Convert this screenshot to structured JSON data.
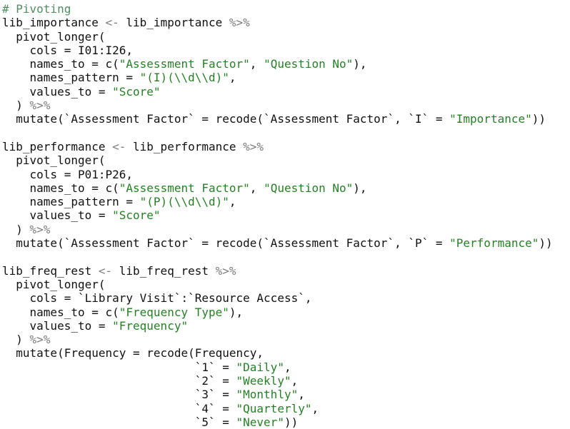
{
  "editor": {
    "colors": {
      "comment": "#4f8f63",
      "operator": "#7b7b7b",
      "string": "#267f26",
      "text": "#111111",
      "background": "#ffffff"
    },
    "lines": [
      [
        {
          "t": "comment",
          "v": "# Pivoting"
        }
      ],
      [
        {
          "t": "text",
          "v": "lib_importance "
        },
        {
          "t": "op",
          "v": "<-"
        },
        {
          "t": "text",
          "v": " lib_importance "
        },
        {
          "t": "op",
          "v": "%>%"
        }
      ],
      [
        {
          "t": "text",
          "v": "  pivot_longer("
        }
      ],
      [
        {
          "t": "text",
          "v": "    cols = I01:I26,"
        }
      ],
      [
        {
          "t": "text",
          "v": "    names_to = c("
        },
        {
          "t": "str",
          "v": "\"Assessment Factor\""
        },
        {
          "t": "text",
          "v": ", "
        },
        {
          "t": "str",
          "v": "\"Question No\""
        },
        {
          "t": "text",
          "v": "),"
        }
      ],
      [
        {
          "t": "text",
          "v": "    names_pattern = "
        },
        {
          "t": "str",
          "v": "\"(I)(\\\\d\\\\d)\""
        },
        {
          "t": "text",
          "v": ","
        }
      ],
      [
        {
          "t": "text",
          "v": "    values_to = "
        },
        {
          "t": "str",
          "v": "\"Score\""
        }
      ],
      [
        {
          "t": "text",
          "v": "  ) "
        },
        {
          "t": "op",
          "v": "%>%"
        }
      ],
      [
        {
          "t": "text",
          "v": "  mutate(`Assessment Factor` = recode(`Assessment Factor`, `I` = "
        },
        {
          "t": "str",
          "v": "\"Importance\""
        },
        {
          "t": "text",
          "v": "))"
        }
      ],
      [
        {
          "t": "text",
          "v": ""
        }
      ],
      [
        {
          "t": "text",
          "v": "lib_performance "
        },
        {
          "t": "op",
          "v": "<-"
        },
        {
          "t": "text",
          "v": " lib_performance "
        },
        {
          "t": "op",
          "v": "%>%"
        }
      ],
      [
        {
          "t": "text",
          "v": "  pivot_longer("
        }
      ],
      [
        {
          "t": "text",
          "v": "    cols = P01:P26,"
        }
      ],
      [
        {
          "t": "text",
          "v": "    names_to = c("
        },
        {
          "t": "str",
          "v": "\"Assessment Factor\""
        },
        {
          "t": "text",
          "v": ", "
        },
        {
          "t": "str",
          "v": "\"Question No\""
        },
        {
          "t": "text",
          "v": "),"
        }
      ],
      [
        {
          "t": "text",
          "v": "    names_pattern = "
        },
        {
          "t": "str",
          "v": "\"(P)(\\\\d\\\\d)\""
        },
        {
          "t": "text",
          "v": ","
        }
      ],
      [
        {
          "t": "text",
          "v": "    values_to = "
        },
        {
          "t": "str",
          "v": "\"Score\""
        }
      ],
      [
        {
          "t": "text",
          "v": "  ) "
        },
        {
          "t": "op",
          "v": "%>%"
        }
      ],
      [
        {
          "t": "text",
          "v": "  mutate(`Assessment Factor` = recode(`Assessment Factor`, `P` = "
        },
        {
          "t": "str",
          "v": "\"Performance\""
        },
        {
          "t": "text",
          "v": "))"
        }
      ],
      [
        {
          "t": "text",
          "v": ""
        }
      ],
      [
        {
          "t": "text",
          "v": "lib_freq_rest "
        },
        {
          "t": "op",
          "v": "<-"
        },
        {
          "t": "text",
          "v": " lib_freq_rest "
        },
        {
          "t": "op",
          "v": "%>%"
        }
      ],
      [
        {
          "t": "text",
          "v": "  pivot_longer("
        }
      ],
      [
        {
          "t": "text",
          "v": "    cols = `Library Visit`:`Resource Access`,"
        }
      ],
      [
        {
          "t": "text",
          "v": "    names_to = c("
        },
        {
          "t": "str",
          "v": "\"Frequency Type\""
        },
        {
          "t": "text",
          "v": "),"
        }
      ],
      [
        {
          "t": "text",
          "v": "    values_to = "
        },
        {
          "t": "str",
          "v": "\"Frequency\""
        }
      ],
      [
        {
          "t": "text",
          "v": "  ) "
        },
        {
          "t": "op",
          "v": "%>%"
        }
      ],
      [
        {
          "t": "text",
          "v": "  mutate(Frequency = recode(Frequency,"
        }
      ],
      [
        {
          "t": "text",
          "v": "                            `1` = "
        },
        {
          "t": "str",
          "v": "\"Daily\""
        },
        {
          "t": "text",
          "v": ","
        }
      ],
      [
        {
          "t": "text",
          "v": "                            `2` = "
        },
        {
          "t": "str",
          "v": "\"Weekly\""
        },
        {
          "t": "text",
          "v": ","
        }
      ],
      [
        {
          "t": "text",
          "v": "                            `3` = "
        },
        {
          "t": "str",
          "v": "\"Monthly\""
        },
        {
          "t": "text",
          "v": ","
        }
      ],
      [
        {
          "t": "text",
          "v": "                            `4` = "
        },
        {
          "t": "str",
          "v": "\"Quarterly\""
        },
        {
          "t": "text",
          "v": ","
        }
      ],
      [
        {
          "t": "text",
          "v": "                            `5` = "
        },
        {
          "t": "str",
          "v": "\"Never\""
        },
        {
          "t": "text",
          "v": "))"
        }
      ]
    ]
  }
}
